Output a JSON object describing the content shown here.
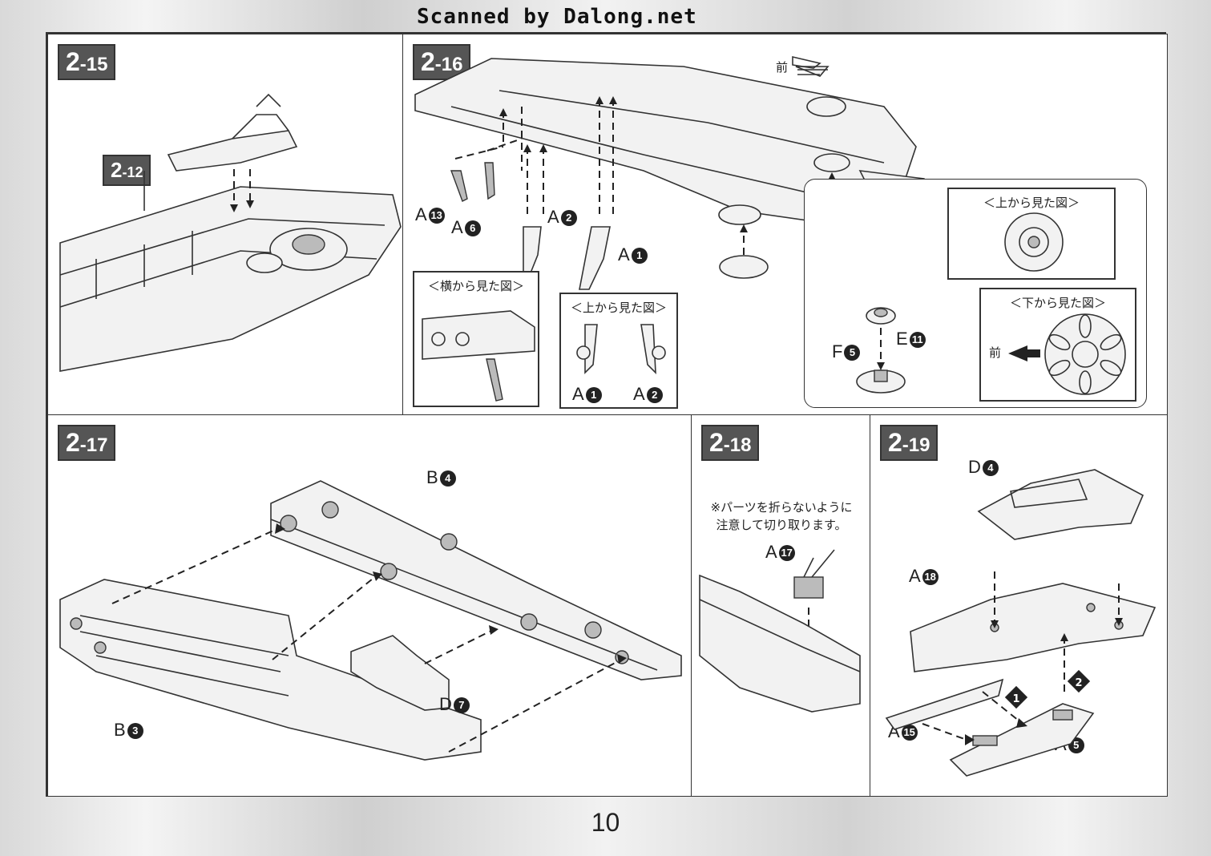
{
  "watermark": "Scanned by Dalong.net",
  "page_number": "10",
  "steps": {
    "s2_15": {
      "badge_main": "2",
      "badge_sub": "-15",
      "ref_main": "2",
      "ref_sub": "-12"
    },
    "s2_16": {
      "badge_main": "2",
      "badge_sub": "-16",
      "front_label": "前",
      "parts": {
        "a13": "A",
        "a6": "A",
        "a2": "A",
        "a1": "A",
        "f5": "F",
        "e11": "E"
      },
      "part_nums": {
        "a13": "13",
        "a6": "6",
        "a2": "2",
        "a1": "1",
        "f5": "5",
        "e11": "11"
      },
      "insets": {
        "side_view": "＜横から見た図＞",
        "top_view": "＜上から見た図＞",
        "top_view2": "＜上から見た図＞",
        "bottom_view": "＜下から見た図＞",
        "top_view_a1": "A",
        "top_view_a1_num": "1",
        "top_view_a2": "A",
        "top_view_a2_num": "2",
        "bottom_front": "前"
      }
    },
    "s2_17": {
      "badge_main": "2",
      "badge_sub": "-17",
      "parts": {
        "b4": "B",
        "b3": "B",
        "d7": "D"
      },
      "part_nums": {
        "b4": "4",
        "b3": "3",
        "d7": "7"
      }
    },
    "s2_18": {
      "badge_main": "2",
      "badge_sub": "-18",
      "note_line1": "※パーツを折らないように",
      "note_line2": "注意して切り取ります。",
      "parts": {
        "a17": "A"
      },
      "part_nums": {
        "a17": "17"
      }
    },
    "s2_19": {
      "badge_main": "2",
      "badge_sub": "-19",
      "parts": {
        "d4": "D",
        "a18": "A",
        "a15": "A",
        "a5": "A"
      },
      "part_nums": {
        "d4": "4",
        "a18": "18",
        "a15": "15",
        "a5": "5"
      },
      "order": {
        "first": "1",
        "second": "2"
      }
    }
  }
}
